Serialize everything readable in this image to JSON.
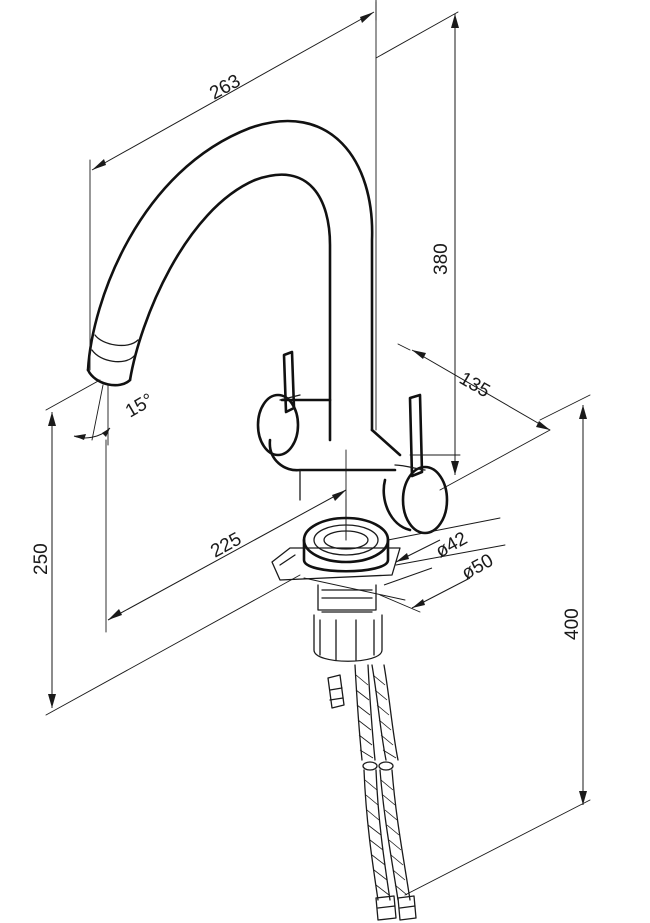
{
  "dimensions": {
    "spout_reach": "263",
    "height_to_spout": "380",
    "handle_spread": "135",
    "spout_angle": "15°",
    "spout_outlet_height": "250",
    "spout_projection": "225",
    "base_diameter_inner": "ø42",
    "base_diameter_outer": "ø50",
    "hose_length": "400"
  }
}
